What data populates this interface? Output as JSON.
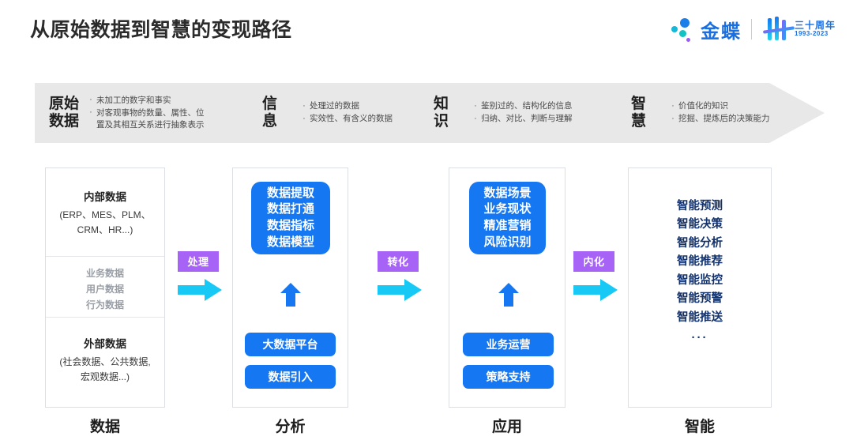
{
  "header": {
    "title": "从原始数据到智慧的变现路径",
    "logo": {
      "brand": "金蝶",
      "anniversary": "三十周年",
      "years": "1993-2023"
    }
  },
  "band": {
    "stages": [
      {
        "name_line1": "原始",
        "name_line2": "数据",
        "bullets": [
          "未加工的数字和事实",
          "对客观事物的数量、属性、位",
          "置及其相互关系进行抽象表示"
        ]
      },
      {
        "name_line1": "信",
        "name_line2": "息",
        "bullets": [
          "处理过的数据",
          "实效性、有含义的数据"
        ]
      },
      {
        "name_line1": "知",
        "name_line2": "识",
        "bullets": [
          "鉴别过的、结构化的信息",
          "归纳、对比、判断与理解"
        ]
      },
      {
        "name_line1": "智",
        "name_line2": "慧",
        "bullets": [
          "价值化的知识",
          "挖掘、提炼后的决策能力"
        ]
      }
    ],
    "bullet_marker": "·"
  },
  "columns": {
    "data": {
      "bottom_label": "数据",
      "internal_title": "内部数据",
      "internal_sub_line1": "(ERP、MES、PLM、",
      "internal_sub_line2": "CRM、HR...)",
      "middle_items": [
        "业务数据",
        "用户数据",
        "行为数据"
      ],
      "external_title": "外部数据",
      "external_sub_line1": "(社会数据、公共数据,",
      "external_sub_line2": "宏观数据...)"
    },
    "analysis": {
      "bottom_label": "分析",
      "block_items": [
        "数据提取",
        "数据打通",
        "数据指标",
        "数据模型"
      ],
      "pills": [
        "大数据平台",
        "数据引入"
      ]
    },
    "application": {
      "bottom_label": "应用",
      "block_items": [
        "数据场景",
        "业务现状",
        "精准营销",
        "风险识别"
      ],
      "pills": [
        "业务运营",
        "策略支持"
      ]
    },
    "intelligence": {
      "bottom_label": "智能",
      "items": [
        "智能预测",
        "智能决策",
        "智能分析",
        "智能推荐",
        "智能监控",
        "智能预警",
        "智能推送"
      ],
      "ellipsis": "···"
    }
  },
  "connectors": [
    {
      "label": "处理"
    },
    {
      "label": "转化"
    },
    {
      "label": "内化"
    }
  ],
  "colors": {
    "blue": "#1677f2",
    "purple": "#a663f5",
    "cyan": "#19c9f5",
    "navy": "#12326e",
    "band_gray": "#e8e8e8"
  }
}
